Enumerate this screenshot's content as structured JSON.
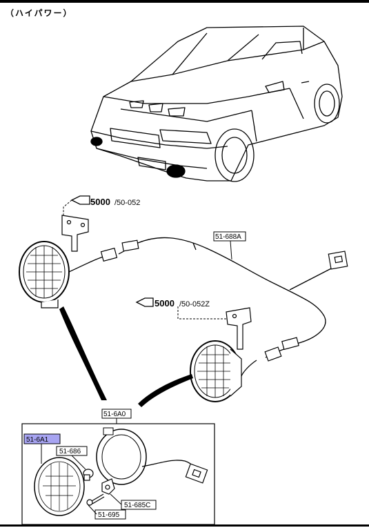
{
  "header": {
    "variant_label": "（ハイパワー）"
  },
  "references": {
    "top": {
      "main": "5000",
      "sub": "/50-052"
    },
    "mid": {
      "main": "5000",
      "sub": "/50-052Z"
    }
  },
  "parts": {
    "harness": "51-688A",
    "lamp_assembly": "51-6A0",
    "lens": "51-6A1",
    "bulb": "51-686",
    "socket": "51-685C",
    "screw": "51-695"
  },
  "colors": {
    "highlight": "#a7a4f2",
    "line": "#000000"
  }
}
